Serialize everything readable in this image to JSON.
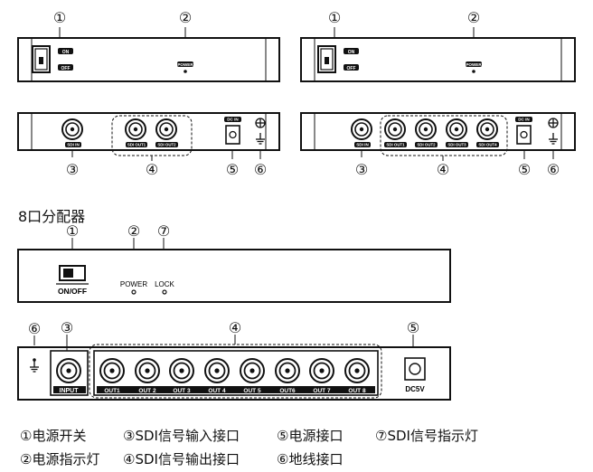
{
  "callouts": {
    "n1": "①",
    "n2": "②",
    "n3": "③",
    "n4": "④",
    "n5": "⑤",
    "n6": "⑥",
    "n7": "⑦"
  },
  "panel_labels": {
    "on": "ON",
    "off": "OFF",
    "power_small": "POWER",
    "sdi_in": "SDI IN",
    "dc_in": "DC IN",
    "sdi_out1": "SDI OUT1",
    "sdi_out2": "SDI OUT2",
    "sdi_out3": "SDI OUT3",
    "sdi_out4": "SDI OUT4",
    "on_off": "ON/OFF",
    "power": "POWER",
    "lock": "LOCK",
    "input": "INPUT",
    "out1": "OUT1",
    "out2": "OUT 2",
    "out3": "OUT 3",
    "out4": "OUT 4",
    "out5": "OUT 5",
    "out6": "OUT6",
    "out7": "OUT 7",
    "out8": "OUT 8",
    "dc5v": "DC5V"
  },
  "section_title": "8口分配器",
  "legend": {
    "row1": [
      "①电源开关",
      "③SDI信号输入接口",
      "⑤电源接口",
      "⑦SDI信号指示灯"
    ],
    "row2": [
      "②电源指示灯",
      "④SDI信号输出接口",
      "⑥地线接口"
    ]
  }
}
